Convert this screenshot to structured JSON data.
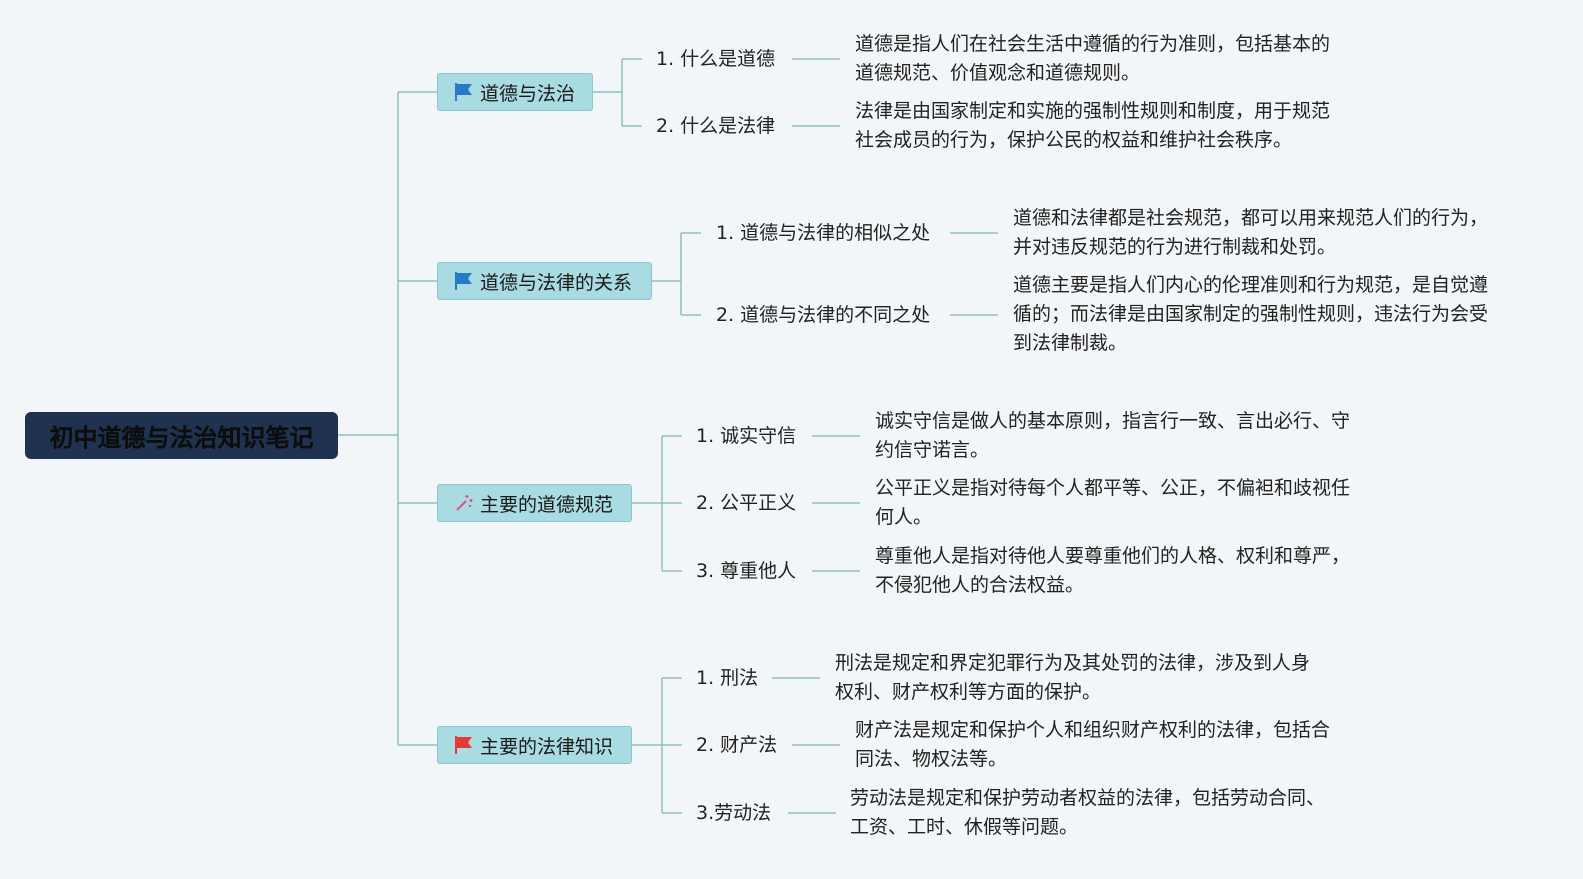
{
  "root": "初中道德与法治知识笔记",
  "colors": {
    "root_bg": "#1f3350",
    "branch_bg": "#a9dbe3",
    "line": "#7fb5b9",
    "flag_blue": "#2979c9",
    "flag_red": "#e53935",
    "wand": "#e0507a"
  },
  "branches": [
    {
      "label": "道德与法治",
      "icon": "blue-flag-icon",
      "topics": [
        {
          "label": "1. 什么是道德",
          "desc": "道德是指人们在社会生活中遵循的行为准则，包括基本的\n道德规范、价值观念和道德规则。"
        },
        {
          "label": "2. 什么是法律",
          "desc": "法律是由国家制定和实施的强制性规则和制度，用于规范\n社会成员的行为，保护公民的权益和维护社会秩序。"
        }
      ]
    },
    {
      "label": "道德与法律的关系",
      "icon": "blue-flag-icon",
      "topics": [
        {
          "label": "1. 道德与法律的相似之处",
          "desc": "道德和法律都是社会规范，都可以用来规范人们的行为，\n并对违反规范的行为进行制裁和处罚。"
        },
        {
          "label": "2. 道德与法律的不同之处",
          "desc": "道德主要是指人们内心的伦理准则和行为规范，是自觉遵\n循的；而法律是由国家制定的强制性规则，违法行为会受\n到法律制裁。"
        }
      ]
    },
    {
      "label": "主要的道德规范",
      "icon": "magic-wand-icon",
      "topics": [
        {
          "label": "1. 诚实守信",
          "desc": "诚实守信是做人的基本原则，指言行一致、言出必行、守\n约信守诺言。"
        },
        {
          "label": "2. 公平正义",
          "desc": "公平正义是指对待每个人都平等、公正，不偏袒和歧视任\n何人。"
        },
        {
          "label": "3. 尊重他人",
          "desc": "尊重他人是指对待他人要尊重他们的人格、权利和尊严，\n不侵犯他人的合法权益。"
        }
      ]
    },
    {
      "label": "主要的法律知识",
      "icon": "red-flag-icon",
      "topics": [
        {
          "label": "1. 刑法",
          "desc": "刑法是规定和界定犯罪行为及其处罚的法律，涉及到人身\n权利、财产权利等方面的保护。"
        },
        {
          "label": "2. 财产法",
          "desc": "财产法是规定和保护个人和组织财产权利的法律，包括合\n同法、物权法等。"
        },
        {
          "label": "3.劳动法",
          "desc": "劳动法是规定和保护劳动者权益的法律，包括劳动合同、\n工资、工时、休假等问题。"
        }
      ]
    }
  ]
}
